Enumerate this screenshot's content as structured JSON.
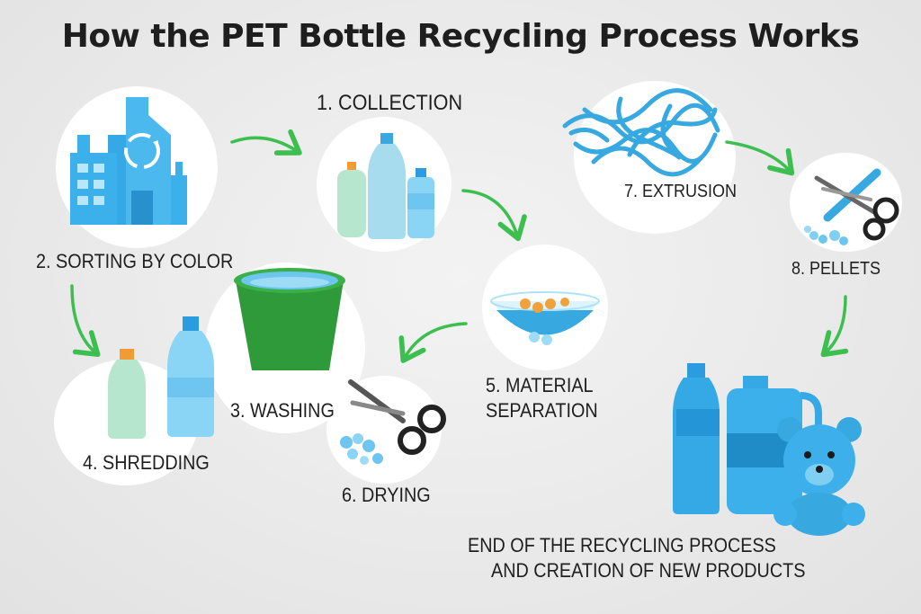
{
  "title": "How the PET Bottle Recycling Process Works",
  "steps": {
    "collection": "1. COLLECTION",
    "sorting": "2. SORTING BY COLOR",
    "washing": "3. WASHING",
    "shredding": "4. SHREDDING",
    "separation_line1": "5. MATERIAL",
    "separation_line2": "SEPARATION",
    "drying": "6. DRYING",
    "extrusion": "7. EXTRUSION",
    "pellets": "8. PELLETS"
  },
  "end": {
    "line1": "END OF THE RECYCLING PROCESS",
    "line2": "AND CREATION OF NEW PRODUCTS"
  },
  "colors": {
    "arrow": "#3cbf4f",
    "plastic_blue": "#35a9e6",
    "light_blue": "#8ad4f5",
    "bucket_green": "#2e9a3a"
  },
  "icons": [
    "recycling-factory-icon",
    "bottles-icon",
    "bucket-icon",
    "scissors-icon",
    "bowl-icon",
    "fibers-icon",
    "teddy-bear-icon"
  ]
}
